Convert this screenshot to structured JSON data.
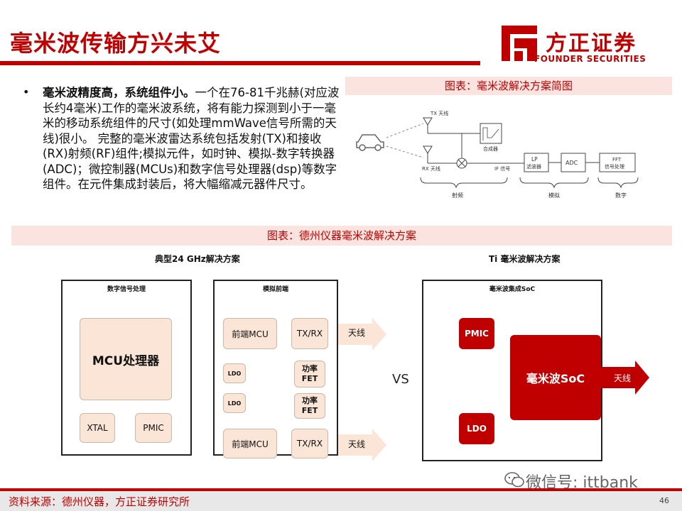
{
  "header": {
    "title": "毫米波传输方兴未艾",
    "logo_name": "方正证券",
    "logo_sub": "FOUNDER SECURITIES"
  },
  "bullet": {
    "dot": "•",
    "bold": "毫米波精度高，系统组件小。",
    "text": "一个在76-81千兆赫(对应波长约4毫米)工作的毫米波系统，将有能力探测到小于一毫米的移动系统组件的尺寸(如处理mmWave信号所需的天线)很小。 完整的毫米波雷达系统包括发射(TX)和接收(RX)射频(RF)组件;模拟元件，如时钟、模拟-数字转换器(ADC)；微控制器(MCUs)和数字信号处理器(dsp)等数字组件。在元件集成封装后，将大幅缩减元器件尺寸。"
  },
  "figure1": {
    "caption": "图表：毫米波解决方案简图",
    "labels": {
      "tx": "TX 天线",
      "rx": "RX 天线",
      "synth": "合成器",
      "if": "IF 信号",
      "lp": "LP",
      "lp2": "滤波器",
      "adc": "ADC",
      "fft": "FFT",
      "fft2": "信号处理",
      "rf": "射频",
      "analog": "模拟",
      "digital": "数字"
    }
  },
  "figure2": {
    "caption": "图表：德州仪器毫米波解决方案",
    "left_header": "典型24 GHz解决方案",
    "right_header": "Ti 毫米波解决方案",
    "vs": "VS",
    "dsp_panel": {
      "title": "数字信号处理",
      "mcu": "MCU处理器",
      "xtal": "XTAL",
      "pmic": "PMIC"
    },
    "afe_panel": {
      "title": "模拟前端",
      "front_mcu_1": "前端MCU",
      "txrx_1": "TX/RX",
      "ldo_1": "LDO",
      "fet_1": "功率\nFET",
      "ldo_2": "LDO",
      "fet_2": "功率\nFET",
      "front_mcu_2": "前端MCU",
      "txrx_2": "TX/RX",
      "antenna_1": "天线",
      "antenna_2": "天线"
    },
    "soc_panel": {
      "title": "毫米波集成SoC",
      "pmic": "PMIC",
      "soc": "毫米波SoC",
      "ldo": "LDO",
      "antenna": "天线"
    }
  },
  "footer": {
    "source": "资料来源：德州仪器，方正证券研究所",
    "page": "46",
    "watermark": "微信号: ittbank"
  },
  "colors": {
    "brand_red": "#c00000",
    "beige": "#fbe5d6",
    "caption_bg": "#fbe3e0"
  }
}
